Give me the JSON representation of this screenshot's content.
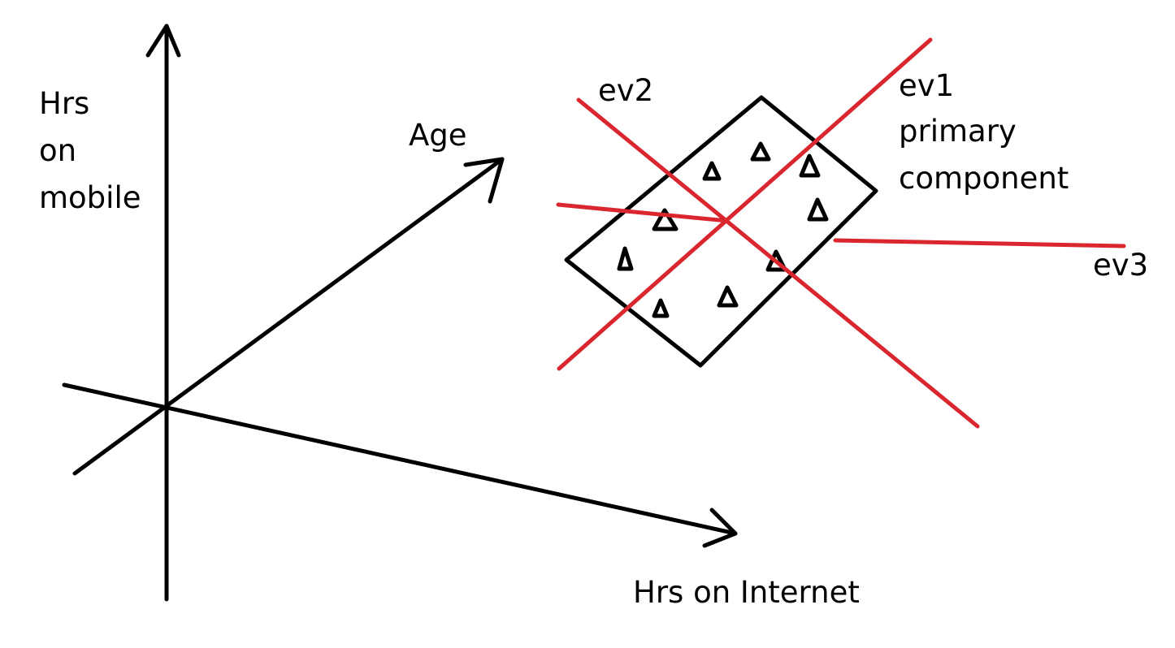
{
  "labels": {
    "y_axis": [
      "Hrs",
      "on",
      "mobile"
    ],
    "z_axis": "Age",
    "x_axis": "Hrs on Internet",
    "ev1": [
      "ev1",
      "primary",
      "component"
    ],
    "ev2": "ev2",
    "ev3": "ev3"
  },
  "colors": {
    "ink": "#000000",
    "eigenvector": "#d9262f",
    "background": "#ffffff"
  }
}
